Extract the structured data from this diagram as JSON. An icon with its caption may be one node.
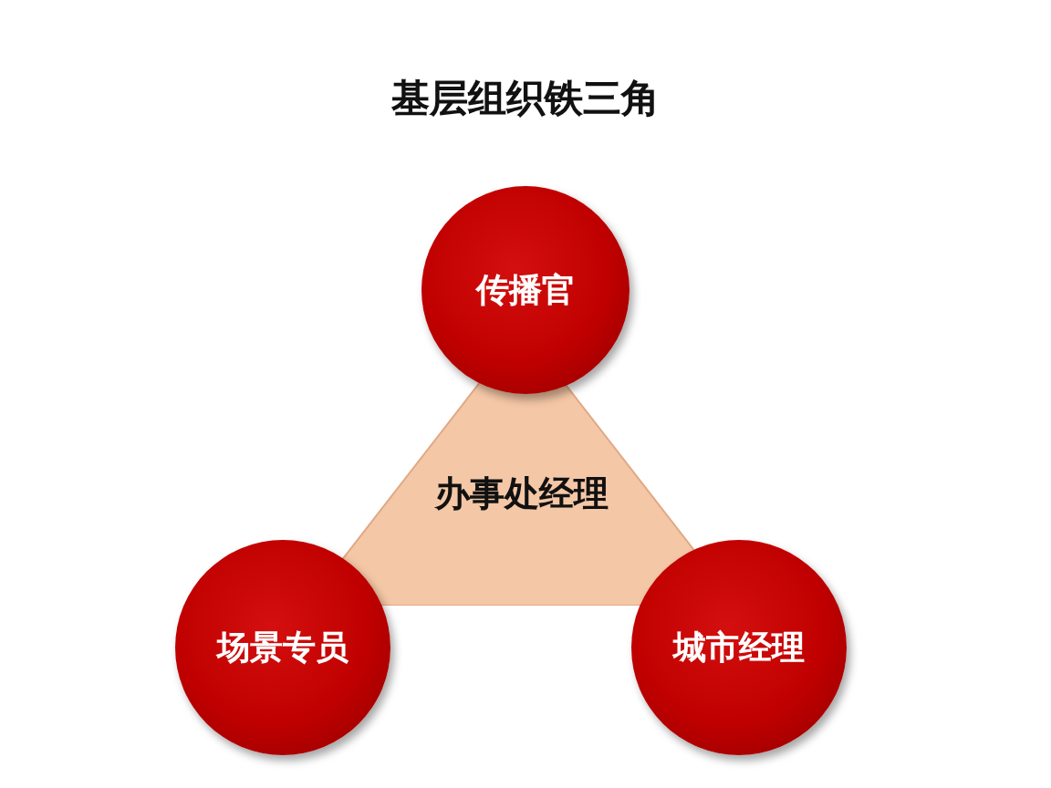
{
  "diagram": {
    "title": "基层组织铁三角",
    "nodes": [
      {
        "text": [
          "传播官"
        ]
      },
      {
        "text": [
          "办事处经理"
        ]
      },
      {
        "text": [
          "场景专员"
        ]
      },
      {
        "text": [
          "城市经理"
        ]
      }
    ],
    "edges": []
  }
}
